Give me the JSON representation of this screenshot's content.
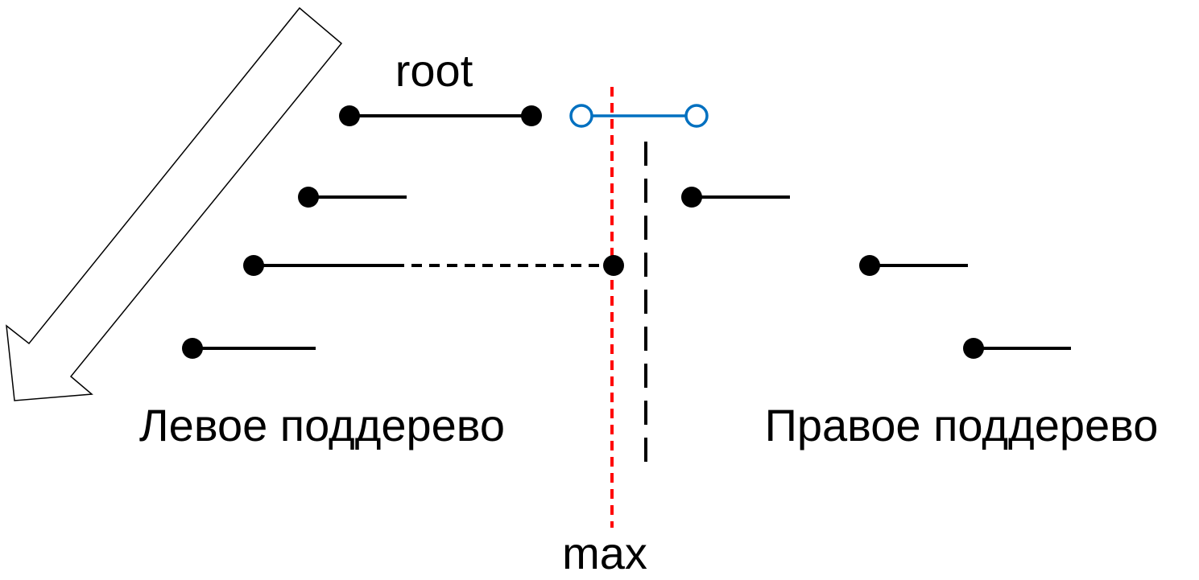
{
  "labels": {
    "root": "root",
    "left_subtree": "Левое поддерево",
    "right_subtree": "Правое поддерево",
    "max": "max"
  },
  "colors": {
    "ink": "#000000",
    "query_interval": "#0070c0",
    "max_line": "#ff0000"
  }
}
